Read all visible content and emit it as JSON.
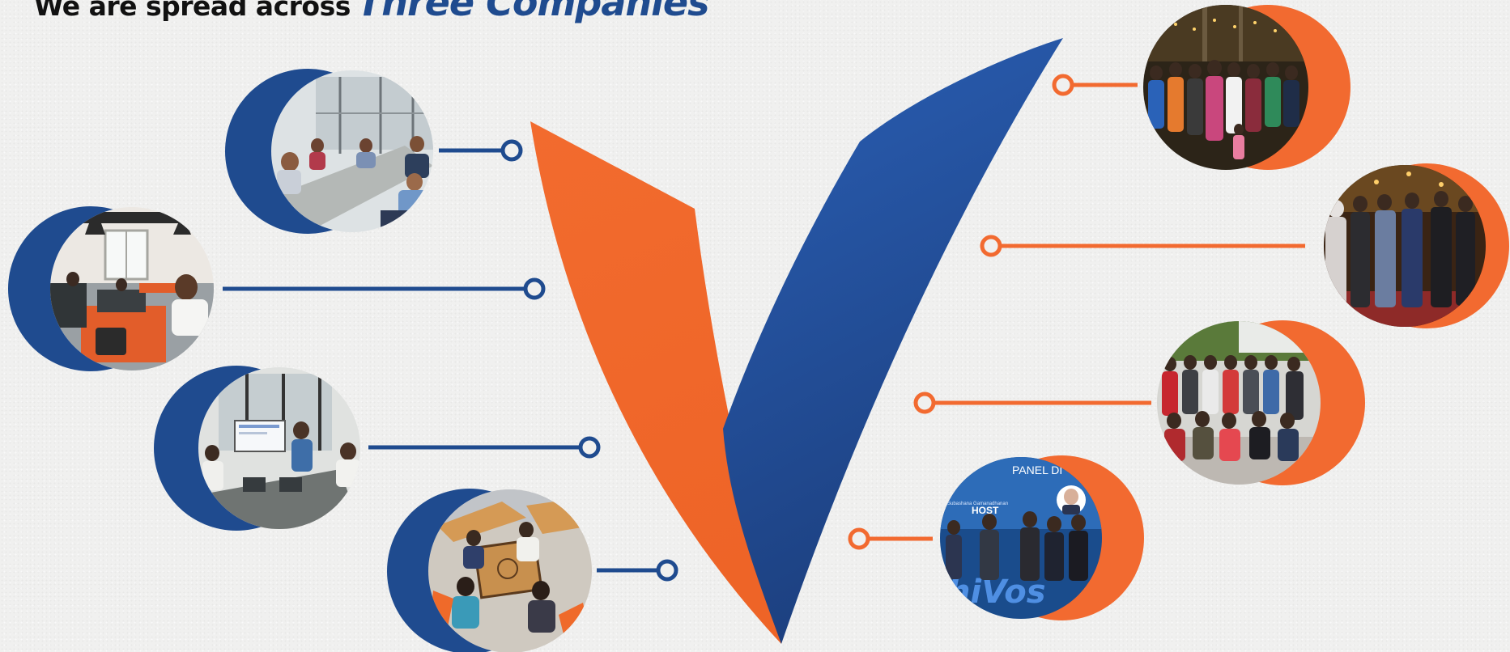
{
  "heading": {
    "lead": "We are spread across",
    "emphasis": "Three Companies"
  },
  "colors": {
    "navy": "#1f4b8f",
    "orange": "#f26a30",
    "background": "#f0f0ef"
  },
  "photos": {
    "left": [
      {
        "name": "meeting-room-photo"
      },
      {
        "name": "open-office-photo"
      },
      {
        "name": "presentation-photo"
      },
      {
        "name": "carrom-game-photo"
      }
    ],
    "right": [
      {
        "name": "night-event-group-photo"
      },
      {
        "name": "formal-event-group-photo"
      },
      {
        "name": "office-team-group-photo"
      },
      {
        "name": "panel-discussion-photo"
      }
    ]
  },
  "stage_sign": {
    "top_text": "PANEL DI",
    "host_label": "HOST",
    "sub_label": "Subashana Gamanadhanan",
    "banner_text": "hiVos"
  }
}
